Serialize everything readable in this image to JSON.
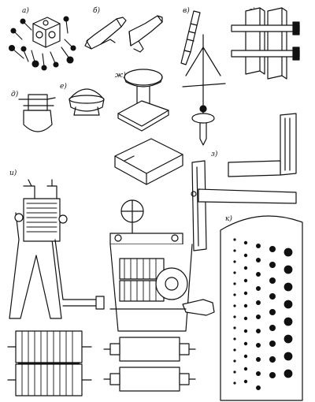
{
  "labels": {
    "a": "а)",
    "b": "б)",
    "v": "в)",
    "g": "г)",
    "d": "д)",
    "e": "е)",
    "zh": "ж)",
    "z": "з)",
    "i": "и)",
    "k": "к)"
  },
  "colors": {
    "ink": "#111111",
    "paper": "#ffffff"
  }
}
